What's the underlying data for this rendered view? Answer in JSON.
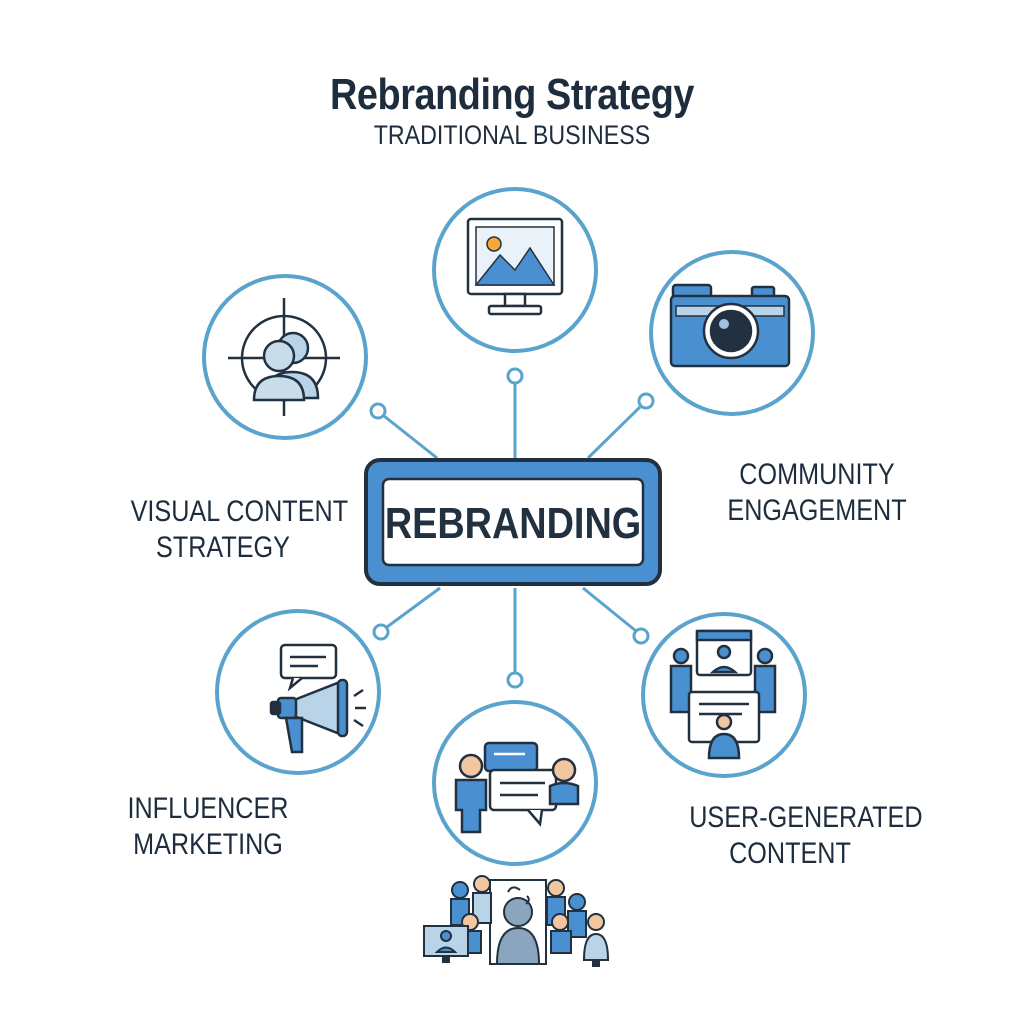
{
  "header": {
    "title": "Rebranding Strategy",
    "subtitle": "TRADITIONAL BUSINESS"
  },
  "hub": {
    "label": "REBRANDING"
  },
  "labels": {
    "visual_content": [
      "VISUAL CONTENT",
      "STRATEGY"
    ],
    "community": [
      "COMMUNITY",
      "ENGAGEMENT"
    ],
    "influencer": [
      "INFLUENCER",
      "MARKETING"
    ],
    "ugc": [
      "USER-GENERATED",
      "CONTENT"
    ]
  },
  "nodes": [
    {
      "name": "target-audience-node",
      "icon": "target-person-icon"
    },
    {
      "name": "visual-media-node",
      "icon": "monitor-image-icon"
    },
    {
      "name": "photography-node",
      "icon": "camera-icon"
    },
    {
      "name": "influencer-node",
      "icon": "megaphone-icon"
    },
    {
      "name": "conversation-node",
      "icon": "chat-people-icon"
    },
    {
      "name": "community-node",
      "icon": "group-presentation-icon"
    }
  ],
  "colors": {
    "ring": "#5aa3cc",
    "accent": "#3d88c8",
    "dark": "#22313f",
    "light": "#b9d3e8",
    "hub_fill": "#4a90d0"
  }
}
